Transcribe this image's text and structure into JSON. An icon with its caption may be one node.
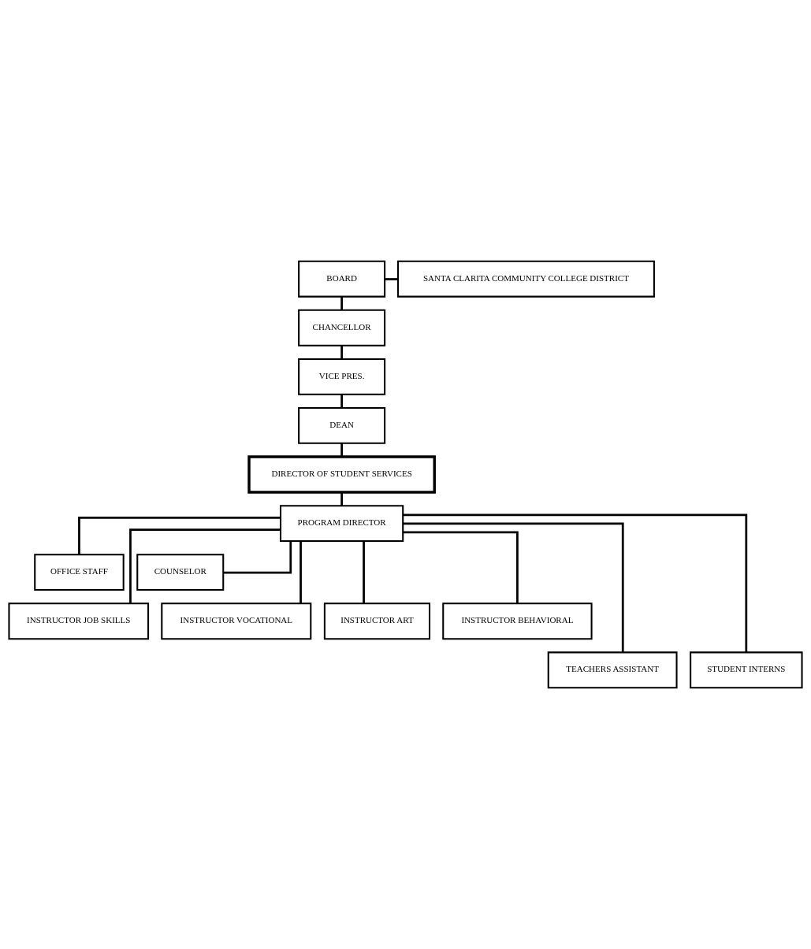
{
  "diagram": {
    "nodes": [
      {
        "text": [
          "BOARD"
        ]
      },
      {
        "text": [
          "SANTA CLARITA COMMUNITY COLLEGE DISTRICT"
        ]
      },
      {
        "text": [
          "CHANCELLOR"
        ]
      },
      {
        "text": [
          "VICE PRES."
        ]
      },
      {
        "text": [
          "DEAN"
        ]
      },
      {
        "text": [
          "DIRECTOR OF STUDENT SERVICES"
        ]
      },
      {
        "text": [
          "PROGRAM DIRECTOR"
        ]
      },
      {
        "text": [
          "OFFICE STAFF"
        ]
      },
      {
        "text": [
          "COUNSELOR"
        ]
      },
      {
        "text": [
          "INSTRUCTOR JOB SKILLS"
        ]
      },
      {
        "text": [
          "INSTRUCTOR VOCATIONAL"
        ]
      },
      {
        "text": [
          "INSTRUCTOR ART"
        ]
      },
      {
        "text": [
          "INSTRUCTOR BEHAVIORAL"
        ]
      },
      {
        "text": [
          "TEACHERS ASSISTANT"
        ]
      },
      {
        "text": [
          "STUDENT INTERNS"
        ]
      }
    ],
    "edges": [
      {
        "from": 0,
        "to": 2,
        "arrow": "none"
      },
      {
        "from": 0,
        "to": 1,
        "arrow": "none"
      },
      {
        "from": 2,
        "to": 3,
        "arrow": "none"
      },
      {
        "from": 3,
        "to": 4,
        "arrow": "none"
      },
      {
        "from": 4,
        "to": 5,
        "arrow": "none"
      },
      {
        "from": 5,
        "to": 6,
        "arrow": "none"
      },
      {
        "from": 6,
        "to": 7,
        "arrow": "none"
      },
      {
        "from": 6,
        "to": 8,
        "arrow": "none"
      },
      {
        "from": 6,
        "to": 9,
        "arrow": "none"
      },
      {
        "from": 6,
        "to": 13,
        "arrow": "none"
      },
      {
        "from": 6,
        "to": 10,
        "arrow": "none"
      },
      {
        "from": 6,
        "to": 11,
        "arrow": "none"
      },
      {
        "from": 6,
        "to": 14,
        "arrow": "none"
      },
      {
        "from": 6,
        "to": 12,
        "arrow": "none"
      }
    ]
  }
}
